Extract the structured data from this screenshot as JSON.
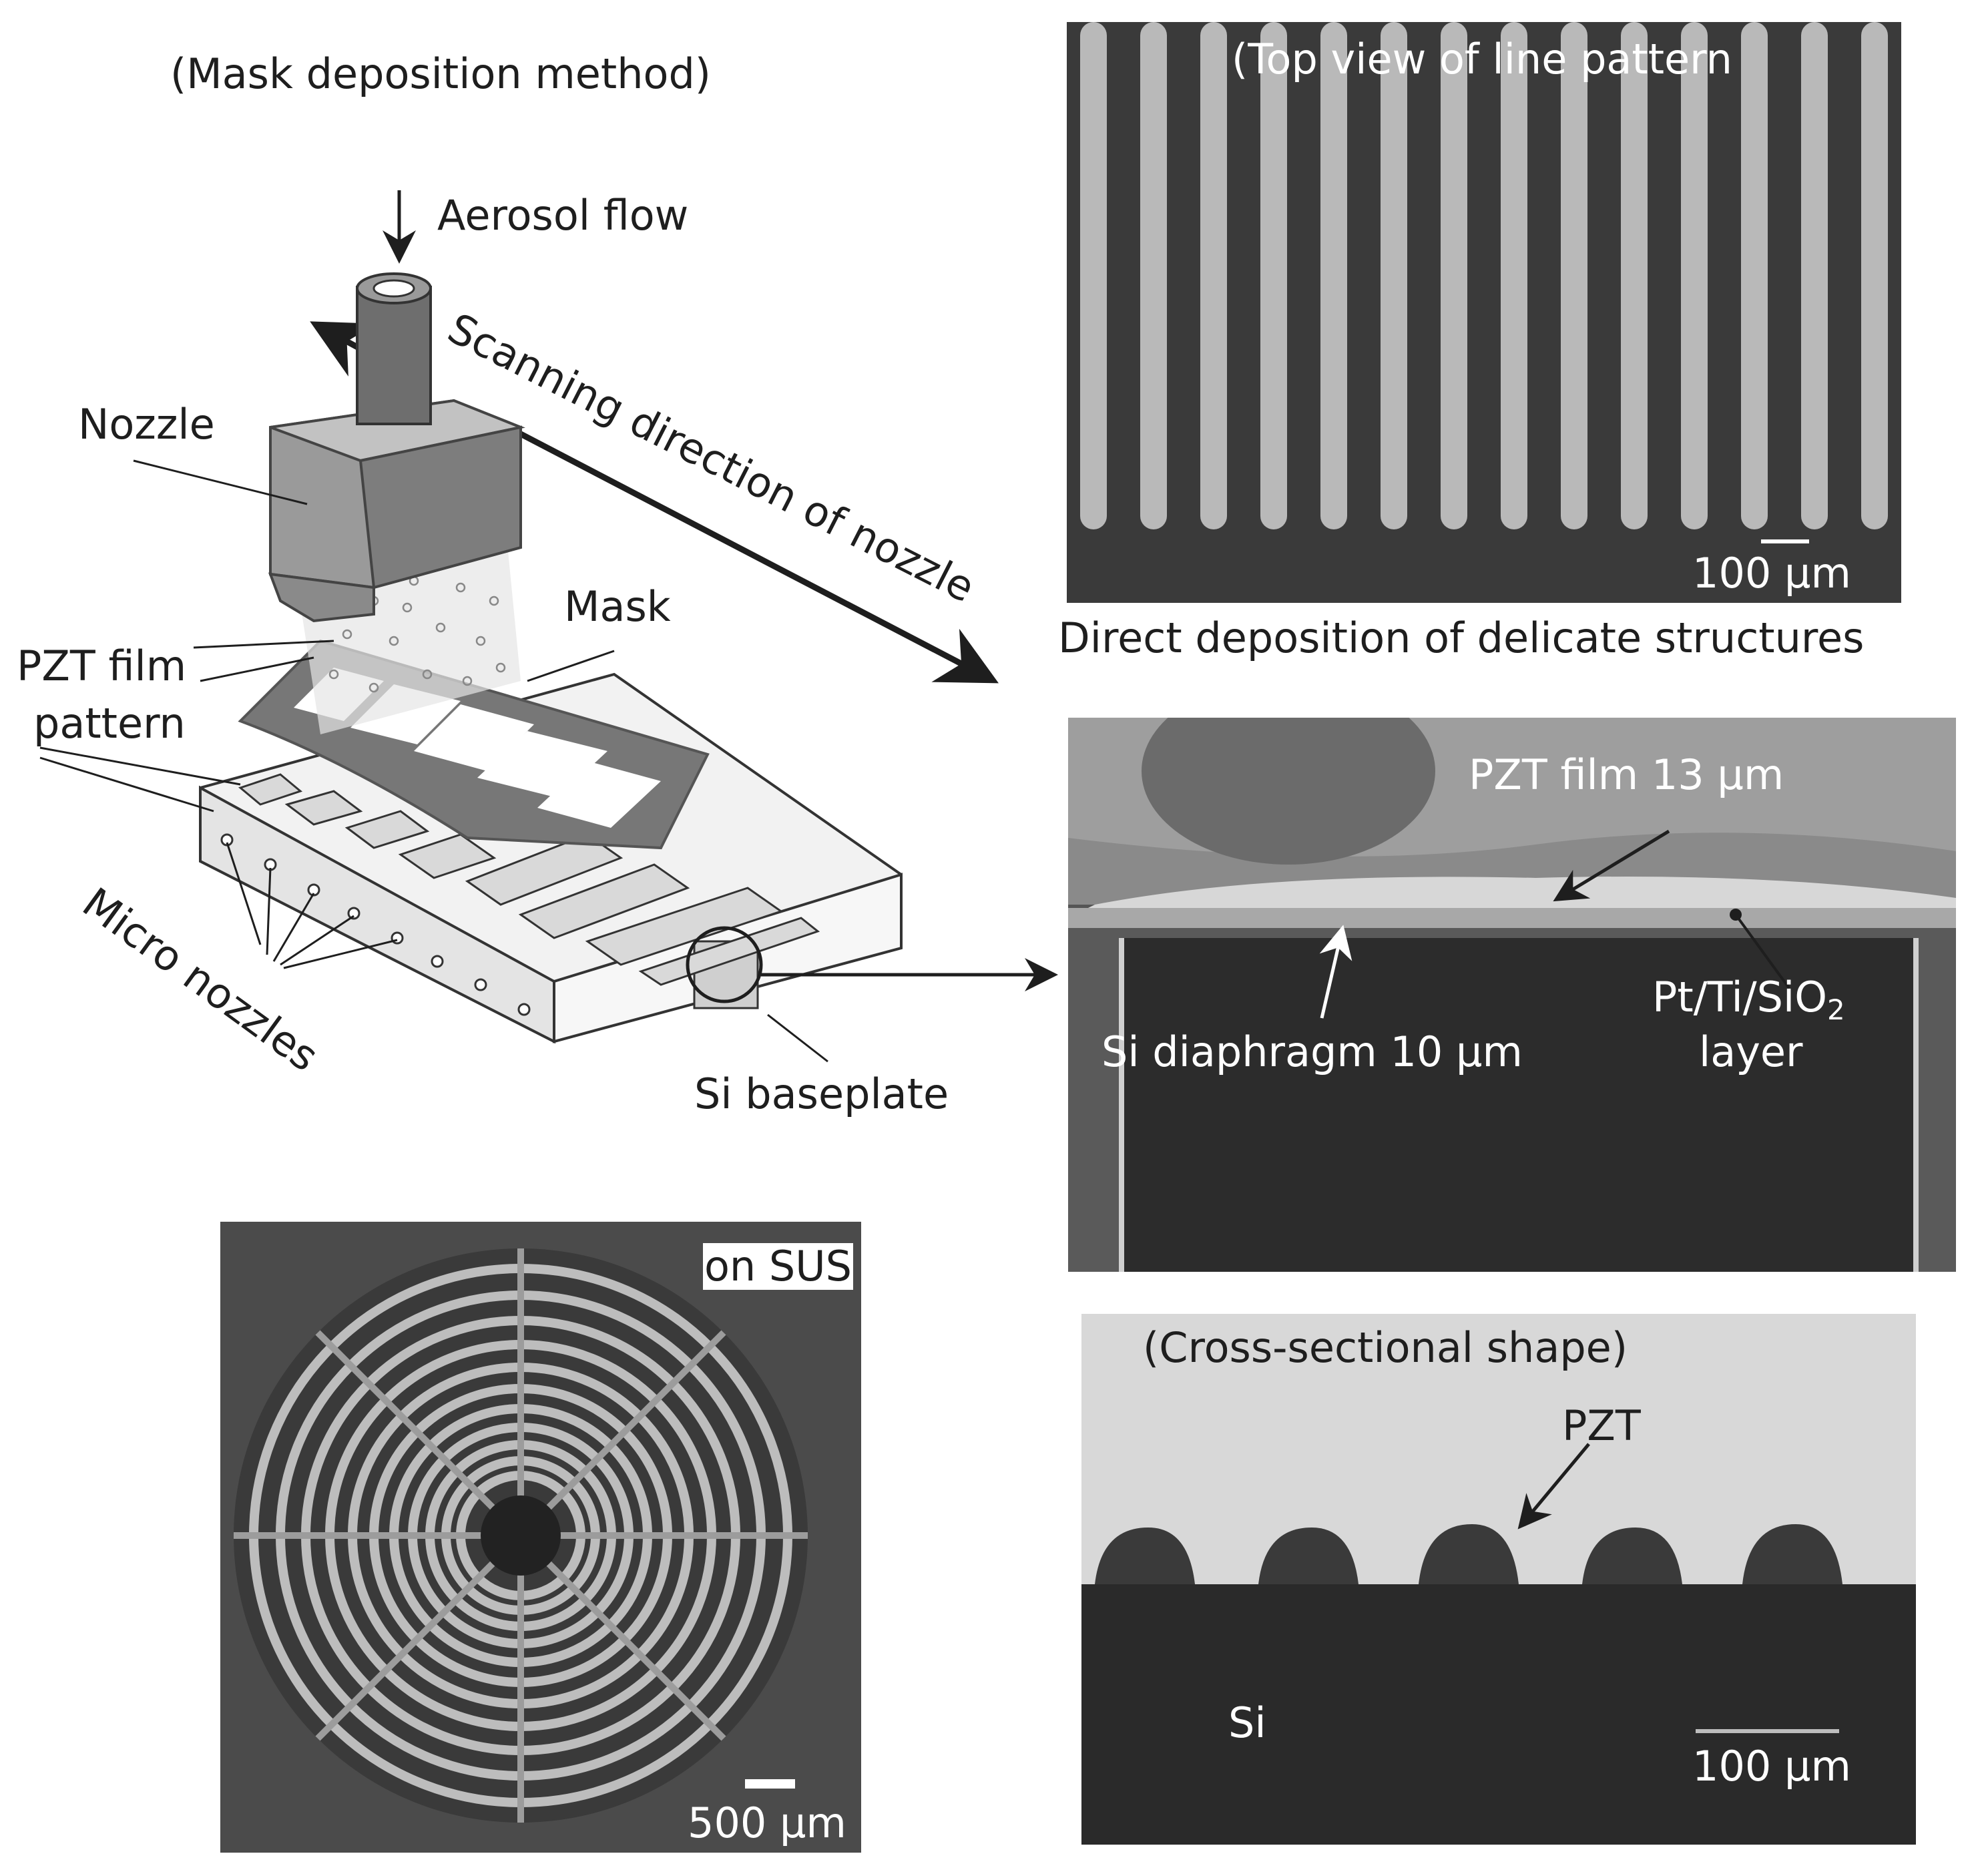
{
  "diagram": {
    "method_title": "(Mask deposition method)",
    "aerosol_flow": "Aerosol flow",
    "scanning_direction": "Scanning direction of nozzle",
    "nozzle": "Nozzle",
    "mask": "Mask",
    "pzt_film_line1": "PZT film",
    "pzt_film_line2": "pattern",
    "micro_nozzles": "Micro nozzles",
    "si_baseplate": "Si baseplate"
  },
  "top_view": {
    "title": "(Top view of line pattern",
    "scale": "100 μm"
  },
  "caption": "Direct deposition of delicate structures",
  "sem": {
    "pzt_film": "PZT film 13 μm",
    "si_diaphragm": "Si diaphragm 10 μm",
    "layer_line1": "Pt/Ti/SiO",
    "layer_sub": "2",
    "layer_line2": "layer"
  },
  "spiral": {
    "label": "on SUS",
    "scale": "500 μm"
  },
  "cross_section": {
    "title": "(Cross-sectional shape)",
    "pzt": "PZT",
    "si": "Si",
    "scale": "100 μm"
  },
  "colors": {
    "ink": "#1e1e1e",
    "nozzle_gray": "#8c8c8c",
    "mask_gray": "#7a7a7a",
    "photo_dark": "#2b2b2b"
  }
}
